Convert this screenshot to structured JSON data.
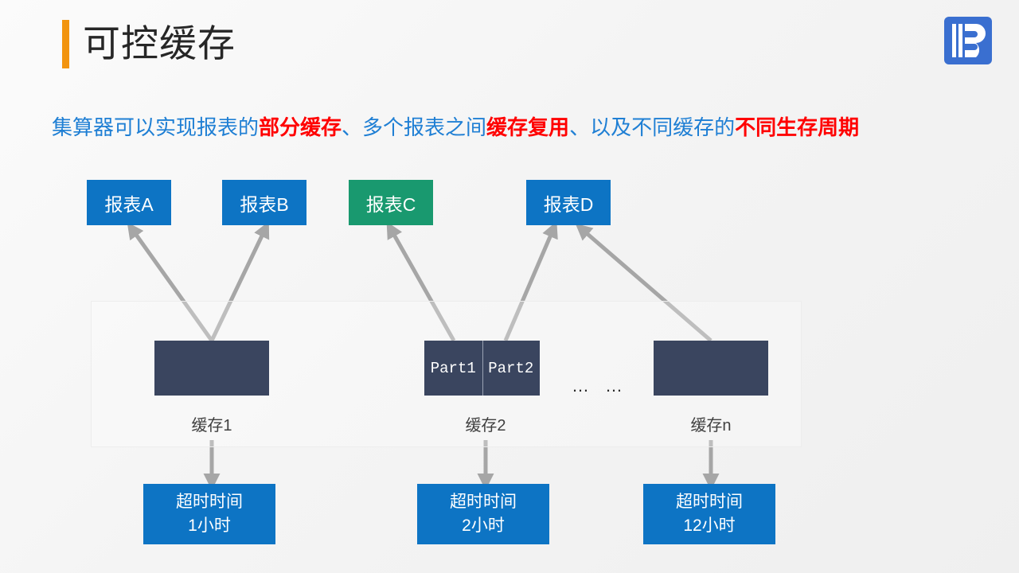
{
  "slide": {
    "title": "可控缓存",
    "accent_color": "#F2940F",
    "background": "#F4F4F4",
    "logo": {
      "name": "raqsoft-logo",
      "letter": "R",
      "color": "#3A6FD0"
    }
  },
  "subtitle": {
    "base_color": "#1F7FD4",
    "emphasis_color": "#FF0000",
    "segments": [
      {
        "text": "集算器可以实现报表的",
        "emphasis": false
      },
      {
        "text": "部分缓存",
        "emphasis": true
      },
      {
        "text": "、多个报表之间",
        "emphasis": false
      },
      {
        "text": "缓存复用",
        "emphasis": true
      },
      {
        "text": "、以及不同缓存的",
        "emphasis": false
      },
      {
        "text": "不同生存周期",
        "emphasis": true
      }
    ]
  },
  "reports": [
    {
      "id": "a",
      "label": "报表A",
      "color": "#0D74C4"
    },
    {
      "id": "b",
      "label": "报表B",
      "color": "#0D74C4"
    },
    {
      "id": "c",
      "label": "报表C",
      "color": "#19996F"
    },
    {
      "id": "d",
      "label": "报表D",
      "color": "#0D74C4"
    }
  ],
  "caches": [
    {
      "id": "1",
      "label": "缓存1",
      "color": "#3A455F",
      "parts": []
    },
    {
      "id": "2",
      "label": "缓存2",
      "color": "#3A455F",
      "parts": [
        "Part1",
        "Part2"
      ]
    },
    {
      "id": "n",
      "label": "缓存n",
      "color": "#3A455F",
      "parts": []
    }
  ],
  "ellipsis": {
    "left": "…",
    "right": "…"
  },
  "timeouts": [
    {
      "id": "1",
      "line1": "超时时间",
      "line2": "1小时",
      "color": "#0D74C4"
    },
    {
      "id": "2",
      "line1": "超时时间",
      "line2": "2小时",
      "color": "#0D74C4"
    },
    {
      "id": "n",
      "line1": "超时时间",
      "line2": "12小时",
      "color": "#0D74C4"
    }
  ],
  "arrows": {
    "color": "#A6A6A6",
    "connections": [
      {
        "from": "cache-1",
        "to": "report-a"
      },
      {
        "from": "cache-1",
        "to": "report-b"
      },
      {
        "from": "cache-2-part1",
        "to": "report-c"
      },
      {
        "from": "cache-2-part2",
        "to": "report-d"
      },
      {
        "from": "cache-n",
        "to": "report-d"
      },
      {
        "from": "cache-1",
        "to": "timeout-1"
      },
      {
        "from": "cache-2",
        "to": "timeout-2"
      },
      {
        "from": "cache-n",
        "to": "timeout-n"
      }
    ]
  }
}
